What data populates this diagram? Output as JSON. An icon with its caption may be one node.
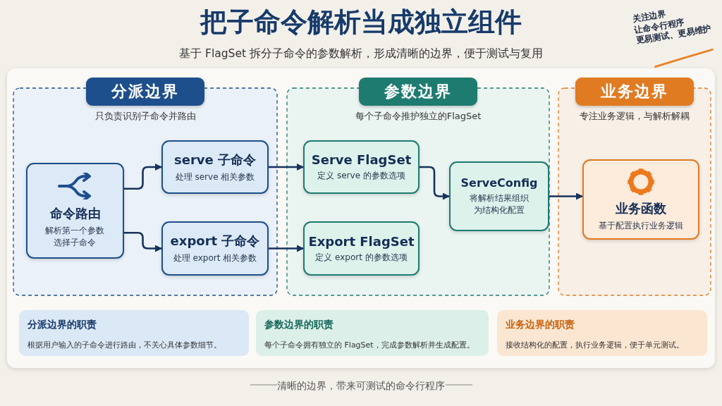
{
  "diagram": {
    "title": "把子命令解析当成独立组件",
    "caption": "清晰的边界，带来可测试的命令行程序",
    "nodes": [
      {
        "text": [
          "分派边界",
          "只负责识别子命令并路由"
        ]
      },
      {
        "text": [
          "参数边界",
          "每个子命令推护独立的FlagSet"
        ]
      },
      {
        "text": [
          "业务边界",
          "专注业务逻辑，与解析解耦"
        ]
      },
      {
        "text": [
          "命令路由",
          "解析第一个参数选择子命令"
        ],
        "in": 0
      },
      {
        "text": [
          "serve 子命令",
          "处理 serve 相关参数"
        ],
        "in": 0
      },
      {
        "text": [
          "export 子命令",
          "处理 export 相关参数"
        ],
        "in": 0
      },
      {
        "text": [
          "Serve FlagSet",
          "定义 serve 的参数选项"
        ],
        "in": 1
      },
      {
        "text": [
          "Export FlagSet",
          "定义 export 的参数选项"
        ],
        "in": 1
      },
      {
        "text": [
          "ServeConfig",
          "将解析结果组织为结构化配置"
        ],
        "in": 1
      },
      {
        "text": [
          "业务函数",
          "基于配置执行业务逻辑"
        ],
        "in": 2
      },
      {
        "text": [
          "分派边界的职责",
          "根据用户输入的子命令进行路由，不关心具体参数细节。"
        ]
      },
      {
        "text": [
          "参数边界的职责",
          "每个子命令拥有独立的 FlagSet，完成参数解析并生成配置。"
        ]
      },
      {
        "text": [
          "业务边界的职责",
          "接收结构化的配置，执行业务逻辑，便于单元测试。"
        ]
      }
    ],
    "edges": [
      {
        "from": 3,
        "to": 4,
        "arrow": "to"
      },
      {
        "from": 3,
        "to": 5,
        "arrow": "to"
      },
      {
        "from": 4,
        "to": 6,
        "arrow": "to"
      },
      {
        "from": 5,
        "to": 7,
        "arrow": "to"
      },
      {
        "from": 6,
        "to": 8,
        "arrow": "to"
      },
      {
        "from": 8,
        "to": 9,
        "arrow": "to"
      }
    ],
    "labels": [
      "基于 FlagSet 拆分子命令的参数解析，形成清晰的边界，便于测试与复用",
      "关注边界",
      "让命令行程序",
      "更易测试、更易维护"
    ]
  }
}
